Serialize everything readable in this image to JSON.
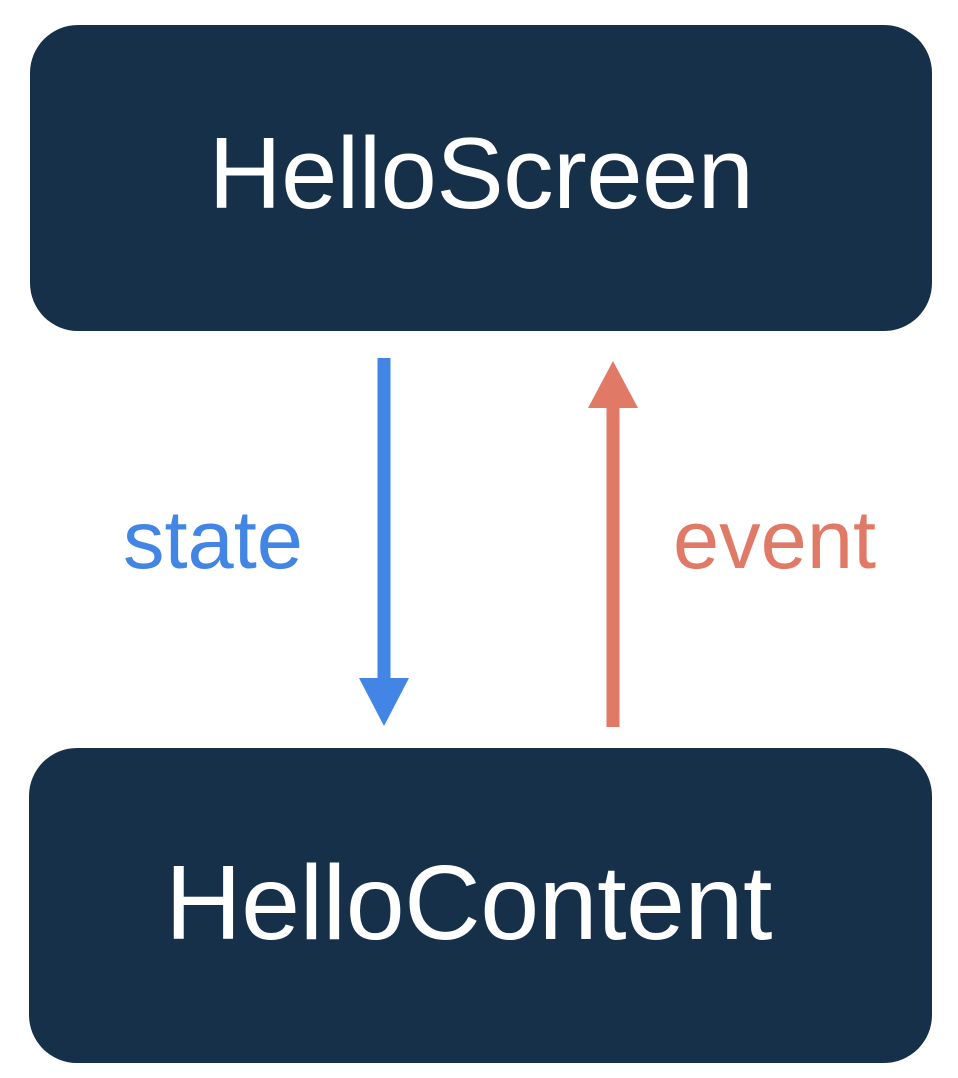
{
  "diagram": {
    "title": "HelloScreen / HelloContent unidirectional data flow",
    "background_color": "#ffffff",
    "nodes": [
      {
        "id": "hello-screen",
        "label": "HelloScreen",
        "fill_color": "#17304a",
        "text_color": "#ffffff",
        "shape": "rounded-rectangle"
      },
      {
        "id": "hello-content",
        "label": "HelloContent",
        "fill_color": "#17304a",
        "text_color": "#ffffff",
        "shape": "rounded-rectangle"
      }
    ],
    "edges": [
      {
        "id": "state-edge",
        "label": "state",
        "from": "hello-screen",
        "to": "hello-content",
        "direction": "down",
        "color": "#4285e4"
      },
      {
        "id": "event-edge",
        "label": "event",
        "from": "hello-content",
        "to": "hello-screen",
        "direction": "up",
        "color": "#e07a66"
      }
    ]
  }
}
